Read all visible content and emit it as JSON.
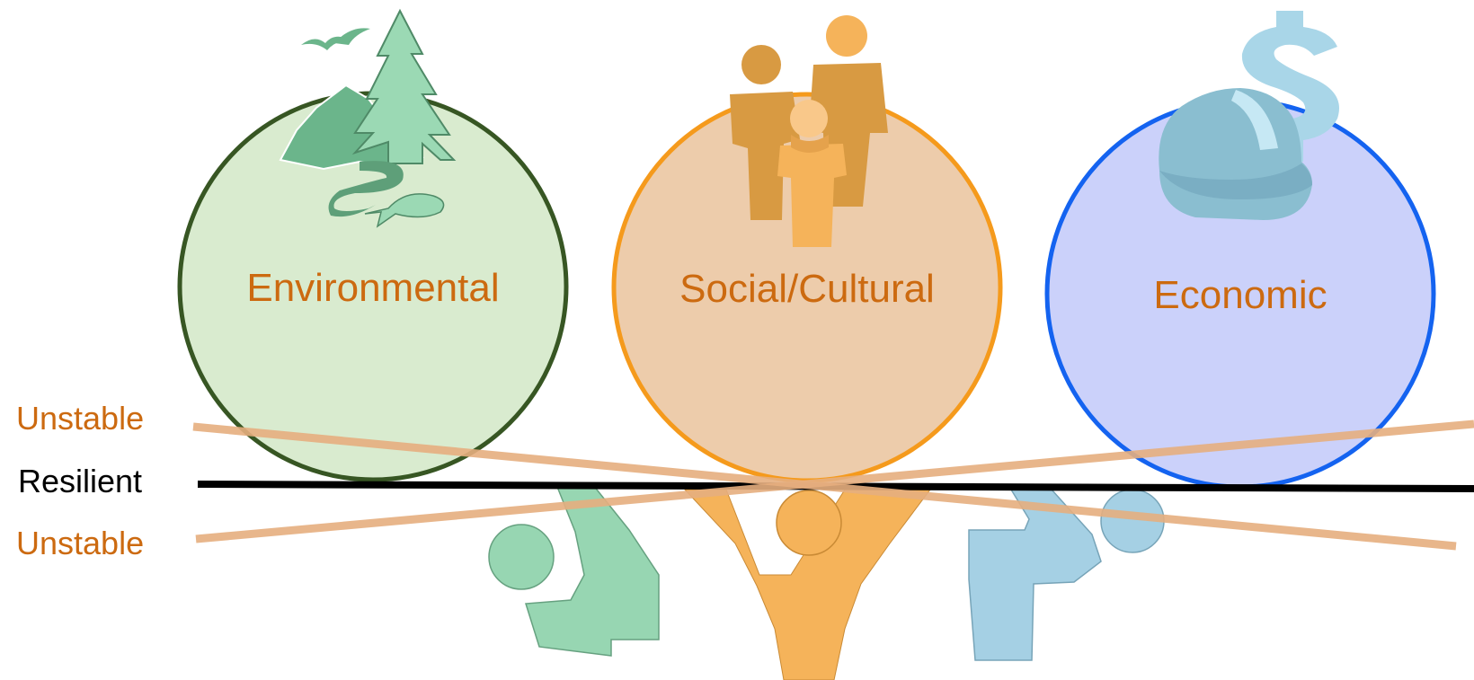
{
  "colors": {
    "label_orange": "#CC6A10",
    "resilient_black": "#000000",
    "unstable_line": "#E5AE7E",
    "env_fill": "#D6E9CB",
    "env_stroke": "#375623",
    "social_fill": "#ECC8A4",
    "social_stroke": "#F59A1C",
    "econ_fill": "#C7CDFA",
    "econ_stroke": "#1463F0",
    "green_icon": "#8FD3AC",
    "green_dark": "#6BB58B",
    "orange_icon": "#F5B35A",
    "orange_dark": "#D89A42",
    "blue_icon": "#9ECDE2",
    "blue_dark": "#7EB3C8"
  },
  "labels": {
    "unstable_top": "Unstable",
    "resilient": "Resilient",
    "unstable_bottom": "Unstable"
  },
  "circles": {
    "environmental": "Environmental",
    "social": "Social/Cultural",
    "economic": "Economic"
  },
  "icons": {
    "environmental": "nature-landscape-icon",
    "social": "family-people-icon",
    "economic": "hard-hat-dollar-icon",
    "left_figure": "pushing-person-icon",
    "center_figure": "lifting-person-icon",
    "right_figure": "pushing-person-icon"
  }
}
